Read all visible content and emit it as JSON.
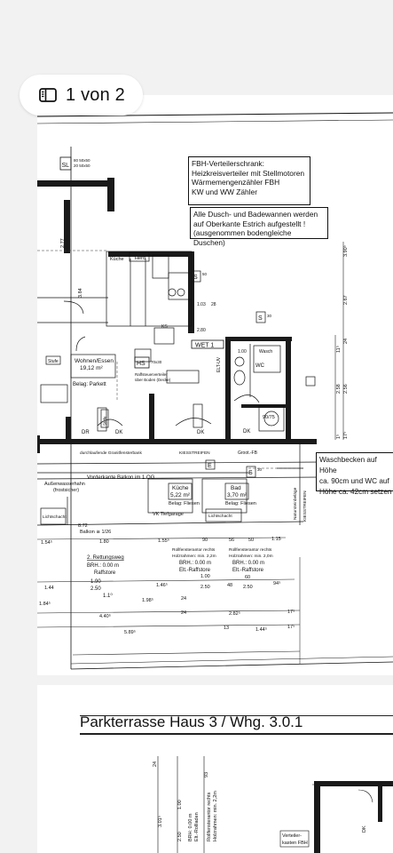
{
  "viewer": {
    "page_indicator": "1 von 2",
    "page_indicator_icon": "sidebar-icon"
  },
  "plan": {
    "notes": {
      "fbh": [
        "FBH-Verteilerschrank:",
        "Heizkreisverteiler mit Stellmotoren",
        "Wärmemengenzähler FBH",
        "KW und WW Zähler"
      ],
      "dusch": [
        "Alle Dusch- und Badewannen werden",
        "auf Oberkante Estrich aufgestellt !",
        "(ausgenommen bodengleiche Duschen)"
      ],
      "wasch": [
        "Waschbecken auf Höhe",
        "ca. 90cm und WC auf",
        "Höhe ca. 42cm setzen"
      ]
    },
    "rooms": {
      "wohnen": {
        "name": "Wohnen/Essen",
        "area": "19,12 m²",
        "floor": "Belag: Parkett"
      },
      "kueche": {
        "name": "Küche",
        "area": "5,22 m²",
        "floor": "Belag: Fliesen"
      },
      "bad": {
        "name": "Bad",
        "area": "3,70 m²",
        "floor": "Belag: Fliesen"
      },
      "wc": {
        "name": "WC"
      }
    },
    "labels": {
      "sl": "SL",
      "sl_dims": [
        "80 50x50",
        "20 50x50"
      ],
      "kueche_box": "Küche",
      "herd": "Herd",
      "ks": "KS",
      "hs": "HS",
      "hs_dims": "70x30",
      "vert_note": [
        "Raffsteuerverteiler",
        "über Boden (Decke)"
      ],
      "wet": "WET 1",
      "stufe_left": "Stufe",
      "stufe_right": "Stufe",
      "dr": "DR",
      "dk_left": "DK",
      "dk_mid": "DK",
      "dk_right": "DK",
      "s_top": "S",
      "s_top_dims": "50",
      "s_mid": "S",
      "s_mid_dims": "30",
      "e_box": "E",
      "s_bot": "S",
      "s_bot_dims": "30",
      "groot": "Groot.-FB",
      "brandschutz": "durchlaufende Granitfensterbank",
      "kiesstreifen_mid": "KIESSTREIFEN",
      "kiesstreifen_right": "KIESSTREIFEN",
      "naturstein": "Natursteinbeläge",
      "vorderkante": "Vorderkante Balkon im 1.OG",
      "aussenwasser": [
        "Außenwasserhahn",
        "(frostsicher)"
      ],
      "vk": "VK Tiefgarage",
      "lichtschacht_left": "Lichtschacht",
      "lichtschacht_right": "Lichtschacht",
      "balkon": "Balkon ≅ 1/26",
      "rettungsweg": "2. Rettungsweg",
      "brh1": [
        "BRH.: 0.00 m",
        "Raffstore"
      ],
      "brh2": [
        "Rollfensterantor rechts",
        "Holzrahmen: min. 2,2m",
        "BRH.: 0.00 m",
        "Elt.-Raffstore"
      ],
      "brh3": [
        "Rollfensterantor rechts",
        "Holzrahmen: min. 2,0m",
        "BRH.: 0.00 m",
        "Elt.-Raffstore"
      ],
      "dusche": "90/75",
      "waschm": "Wasch",
      "bad_small": "1.00",
      "elt_label": "ELT-UV"
    },
    "dims": {
      "row1": [
        "8.72",
        "1.54⁵",
        "1.80",
        "1.55⁵",
        "90",
        "56",
        "50",
        "1.15"
      ],
      "row_top": [
        "1.03",
        "2.80",
        "28"
      ],
      "row2": [
        "1.90",
        "2.50",
        "1.1⁰"
      ],
      "row3": [
        "1.00",
        "2.50",
        "48",
        "60",
        "2.50",
        "94⁵"
      ],
      "row4": [
        "1.44",
        "1.46⁵",
        "1.98⁵",
        "24"
      ],
      "row5": [
        "1.84⁵",
        "4.40⁵",
        "24",
        "2.82⁵",
        "17⁵"
      ],
      "row6": [
        "5.89⁵",
        "13",
        "1.44⁵",
        "17⁵"
      ],
      "vertical": [
        "3.90⁵",
        "2.67",
        "2.56",
        "2.58",
        "11⁵",
        "24",
        "1⁵",
        "17⁵"
      ],
      "left_vertical": [
        "2.77",
        "3.84"
      ]
    }
  },
  "page2": {
    "title": "Parkterrasse Haus 3 / Whg. 3.0.1",
    "labels": {
      "dims_v": [
        "3.01⁵",
        "1.00",
        "2.50",
        "93",
        "24"
      ],
      "brh": [
        "BRH: 0.00 m",
        "Elt.-Rollladen"
      ],
      "rollf": [
        "Rollfensterantor rechts",
        "Holzrahmen: min. 2,2m"
      ],
      "verteiler": [
        "Verteiler-",
        "kasten FBH"
      ],
      "dk": "DK"
    }
  }
}
